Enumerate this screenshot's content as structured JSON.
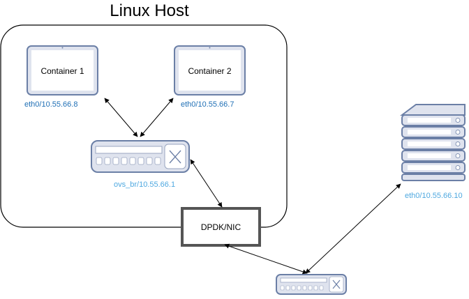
{
  "title": "Linux Host",
  "containers": [
    {
      "label": "Container 1",
      "ip": "eth0/10.55.66.8"
    },
    {
      "label": "Container 2",
      "ip": "eth0/10.55.66.7"
    }
  ],
  "bridge": {
    "ip": "ovs_br/10.55.66.1"
  },
  "nic": {
    "label": "DPDK/NIC"
  },
  "server": {
    "ip": "eth0/10.55.66.10"
  },
  "colors": {
    "ip_dark": "#1f6fb5",
    "ip_light": "#4ea8e0",
    "device_fill": "#dfe3ee",
    "device_stroke": "#6b7fa6"
  }
}
